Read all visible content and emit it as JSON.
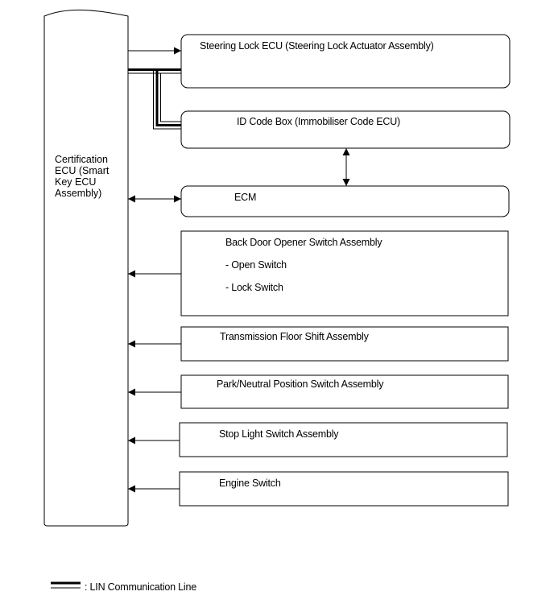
{
  "main_unit": {
    "lines": [
      "Certification",
      "ECU (Smart",
      "Key ECU",
      "Assembly)"
    ]
  },
  "components": [
    {
      "id": "steering-lock-ecu",
      "label": "Steering Lock ECU (Steering Lock Actuator Assembly)",
      "connection": "lin"
    },
    {
      "id": "id-code-box",
      "label": "ID Code Box (Immobiliser Code ECU)",
      "connection": "lin"
    },
    {
      "id": "ecm",
      "label": "ECM",
      "connection": "bidirectional"
    },
    {
      "id": "back-door-opener-switch",
      "label": "Back Door Opener Switch Assembly",
      "sub_items": [
        "- Open Switch",
        "- Lock Switch"
      ],
      "connection": "input"
    },
    {
      "id": "transmission-floor-shift",
      "label": "Transmission Floor Shift Assembly",
      "connection": "input"
    },
    {
      "id": "park-neutral-position-switch",
      "label": "Park/Neutral Position Switch Assembly",
      "connection": "input"
    },
    {
      "id": "stop-light-switch",
      "label": "Stop Light Switch Assembly",
      "connection": "input"
    },
    {
      "id": "engine-switch",
      "label": "Engine Switch",
      "connection": "input"
    }
  ],
  "connections": [
    {
      "from": "Certification ECU (Smart Key ECU Assembly)",
      "to": "Steering Lock ECU (Steering Lock Actuator Assembly)",
      "type": "output-arrow"
    },
    {
      "from": "Certification ECU (Smart Key ECU Assembly)",
      "to": "Steering Lock ECU (Steering Lock Actuator Assembly)",
      "type": "lin"
    },
    {
      "from": "Certification ECU (Smart Key ECU Assembly)",
      "to": "ID Code Box (Immobiliser Code ECU)",
      "type": "lin"
    },
    {
      "from": "ID Code Box (Immobiliser Code ECU)",
      "to": "ECM",
      "type": "bidirectional"
    },
    {
      "from": "Certification ECU (Smart Key ECU Assembly)",
      "to": "ECM",
      "type": "bidirectional"
    },
    {
      "from": "Back Door Opener Switch Assembly",
      "to": "Certification ECU (Smart Key ECU Assembly)",
      "type": "input-arrow"
    },
    {
      "from": "Transmission Floor Shift Assembly",
      "to": "Certification ECU (Smart Key ECU Assembly)",
      "type": "input-arrow"
    },
    {
      "from": "Park/Neutral Position Switch Assembly",
      "to": "Certification ECU (Smart Key ECU Assembly)",
      "type": "input-arrow"
    },
    {
      "from": "Stop Light Switch Assembly",
      "to": "Certification ECU (Smart Key ECU Assembly)",
      "type": "input-arrow"
    },
    {
      "from": "Engine Switch",
      "to": "Certification ECU (Smart Key ECU Assembly)",
      "type": "input-arrow"
    }
  ],
  "legend": {
    "label": ": LIN Communication Line"
  },
  "colors": {
    "line": "#000000",
    "background": "#ffffff"
  }
}
